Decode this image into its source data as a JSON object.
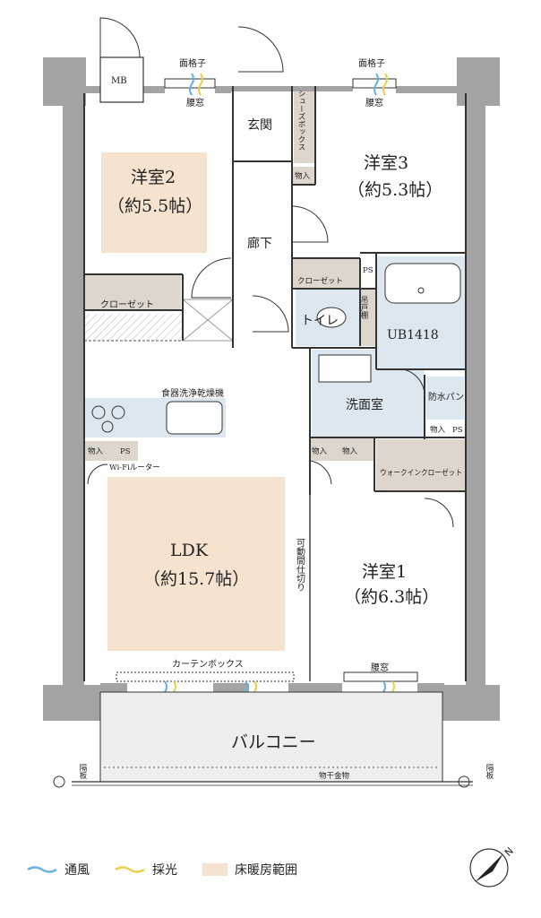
{
  "labels": {
    "mb": "MB",
    "louver_left": "面格子",
    "louver_right": "面格子",
    "waist_window_left": "腰窓",
    "waist_window_right": "腰窓",
    "waist_window_bottom": "腰窓",
    "entrance": "玄関",
    "shoe_box": "シューズボックス",
    "storage_entrance": "物入",
    "room2_name": "洋室2",
    "room2_size": "（約5.5帖）",
    "room3_name": "洋室3",
    "room3_size": "（約5.3帖）",
    "hallway": "廊下",
    "closet_hall": "クローゼット",
    "ps_upper": "PS",
    "closet_room2": "クローゼット",
    "toilet": "トイレ",
    "hanging_shelf": "吊戸棚",
    "unit_bath": "UB1418",
    "dishwasher": "食器洗浄乾燥機",
    "washroom": "洗面室",
    "waterproof_pan": "防水パン",
    "storage_wash": "物入",
    "ps_wash": "PS",
    "storage_kitchen": "物入",
    "ps_kitchen": "PS",
    "storage_mid1": "物入",
    "storage_mid2": "物入",
    "walkin_closet": "ウォークインクローゼット",
    "wifi_router": "Wi-Fiルーター",
    "ldk_name": "LDK",
    "ldk_size": "（約15.7帖）",
    "movable_partition": "可動間仕切り",
    "room1_name": "洋室1",
    "room1_size": "（約6.3帖）",
    "curtain_box": "カーテンボックス",
    "balcony": "バルコニー",
    "partition_left": "隔板",
    "partition_right": "隔板",
    "clothes_hanger": "物干金物"
  },
  "legend": {
    "ventilation": "通風",
    "daylight": "採光",
    "floor_heating": "床暖房範囲"
  },
  "colors": {
    "wall": "#a3a3a3",
    "floor_heating": "#f5e3cf",
    "wet_area": "#dde7f0",
    "storage": "#ddd6cc",
    "ventilation": "#6ab0e0",
    "daylight": "#e8d14a"
  }
}
